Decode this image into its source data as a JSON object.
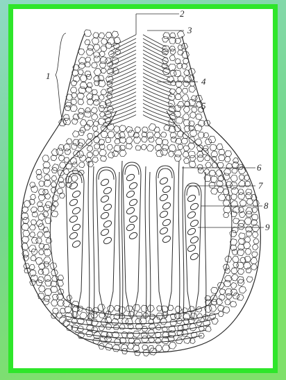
{
  "colors": {
    "frame": "#2ee62a",
    "bg_top_left": "#8fd9c4",
    "bg_bottom": "#7fe06a",
    "ink": "#2b2b2b",
    "paper": "#ffffff"
  },
  "figure": {
    "bracket_label": "1",
    "labels": [
      "2",
      "3",
      "4",
      "5",
      "6",
      "7",
      "8",
      "9"
    ]
  }
}
